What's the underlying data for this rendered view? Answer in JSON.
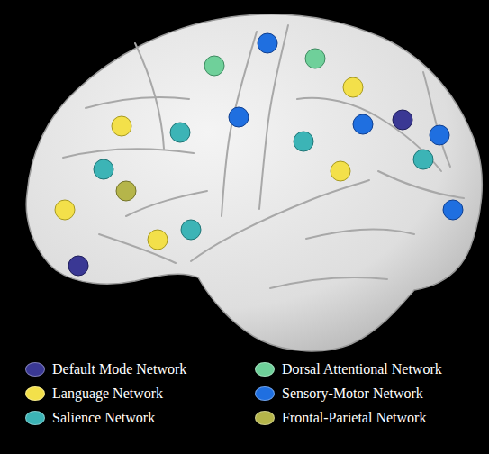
{
  "diagram": {
    "legend": [
      {
        "text": "Default Mode Network",
        "color": "#3a3894"
      },
      {
        "text": "Dorsal Attentional Network",
        "color": "#6fd09a"
      },
      {
        "text": "Language Network",
        "color": "#f3e04a"
      },
      {
        "text": "Sensory-Motor Network",
        "color": "#1f6fe0"
      },
      {
        "text": "Salience Network",
        "color": "#3cb4b6"
      },
      {
        "text": "Frontal-Parietal Network",
        "color": "#b5b54a"
      }
    ]
  }
}
